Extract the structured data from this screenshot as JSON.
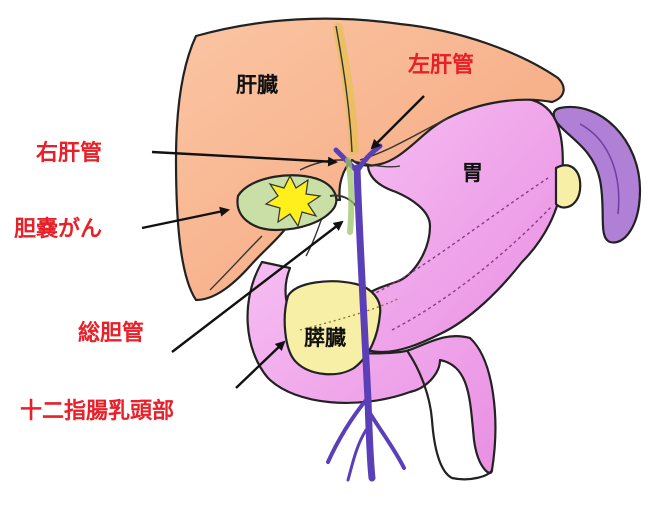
{
  "labels": {
    "liver": "肝臓",
    "left_hepatic_duct": "左肝管",
    "right_hepatic_duct": "右肝管",
    "stomach": "胃",
    "gallbladder_cancer": "胆嚢がん",
    "common_bile_duct": "総胆管",
    "pancreas": "膵臓",
    "papilla": "十二指腸乳頭部"
  },
  "colors": {
    "label_red": "#e8202a",
    "liver": "#f8b58e",
    "stomach": "#ee9ee8",
    "spleen": "#b07fd6",
    "pancreas": "#f7efa6",
    "gallbladder": "#c9dfa6",
    "bile_duct": "#5b3fb8",
    "tumor": "#ffef1a"
  }
}
